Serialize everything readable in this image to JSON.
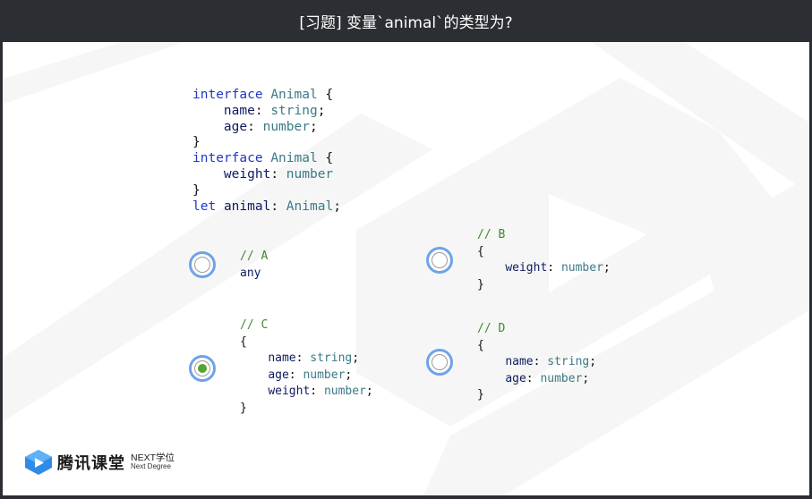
{
  "title": "[习题] 变量`animal`的类型为?",
  "colors": {
    "keyword": "#1f36c9",
    "type": "#3b7a86",
    "identifier": "#0d1b5e",
    "comment": "#3e8a2e",
    "radio_ring": "#6fa3e8",
    "radio_selected": "#52a52e"
  },
  "code": {
    "l1": {
      "kw": "interface",
      "ty": "Animal",
      "rest": " {"
    },
    "l2": {
      "id": "name",
      "p": ": ",
      "ty": "string",
      "rest": ";"
    },
    "l3": {
      "id": "age",
      "p": ": ",
      "ty": "number",
      "rest": ";"
    },
    "l4": "}",
    "l5": {
      "kw": "interface",
      "ty": "Animal",
      "rest": " {"
    },
    "l6": {
      "id": "weight",
      "p": ": ",
      "ty": "number"
    },
    "l7": "}",
    "l8": {
      "kw": "let",
      "id": "animal",
      "p": ": ",
      "ty": "Animal",
      "rest": ";"
    }
  },
  "options": {
    "a": {
      "comment": "// A",
      "value": "any",
      "selected": false
    },
    "b": {
      "comment": "// B",
      "open": "{",
      "f1": {
        "id": "weight",
        "p": ": ",
        "ty": "number",
        "rest": ";"
      },
      "close": "}",
      "selected": false
    },
    "c": {
      "comment": "// C",
      "open": "{",
      "f1": {
        "id": "name",
        "p": ": ",
        "ty": "string",
        "rest": ";"
      },
      "f2": {
        "id": "age",
        "p": ": ",
        "ty": "number",
        "rest": ";"
      },
      "f3": {
        "id": "weight",
        "p": ": ",
        "ty": "number",
        "rest": ";"
      },
      "close": "}",
      "selected": true
    },
    "d": {
      "comment": "// D",
      "open": "{",
      "f1": {
        "id": "name",
        "p": ": ",
        "ty": "string",
        "rest": ";"
      },
      "f2": {
        "id": "age",
        "p": ": ",
        "ty": "number",
        "rest": ";"
      },
      "close": "}",
      "selected": false
    }
  },
  "logo": {
    "name": "腾讯课堂",
    "line1": "NEXT学位",
    "line2": "Next Degree",
    "icon": "play-cube-icon"
  }
}
